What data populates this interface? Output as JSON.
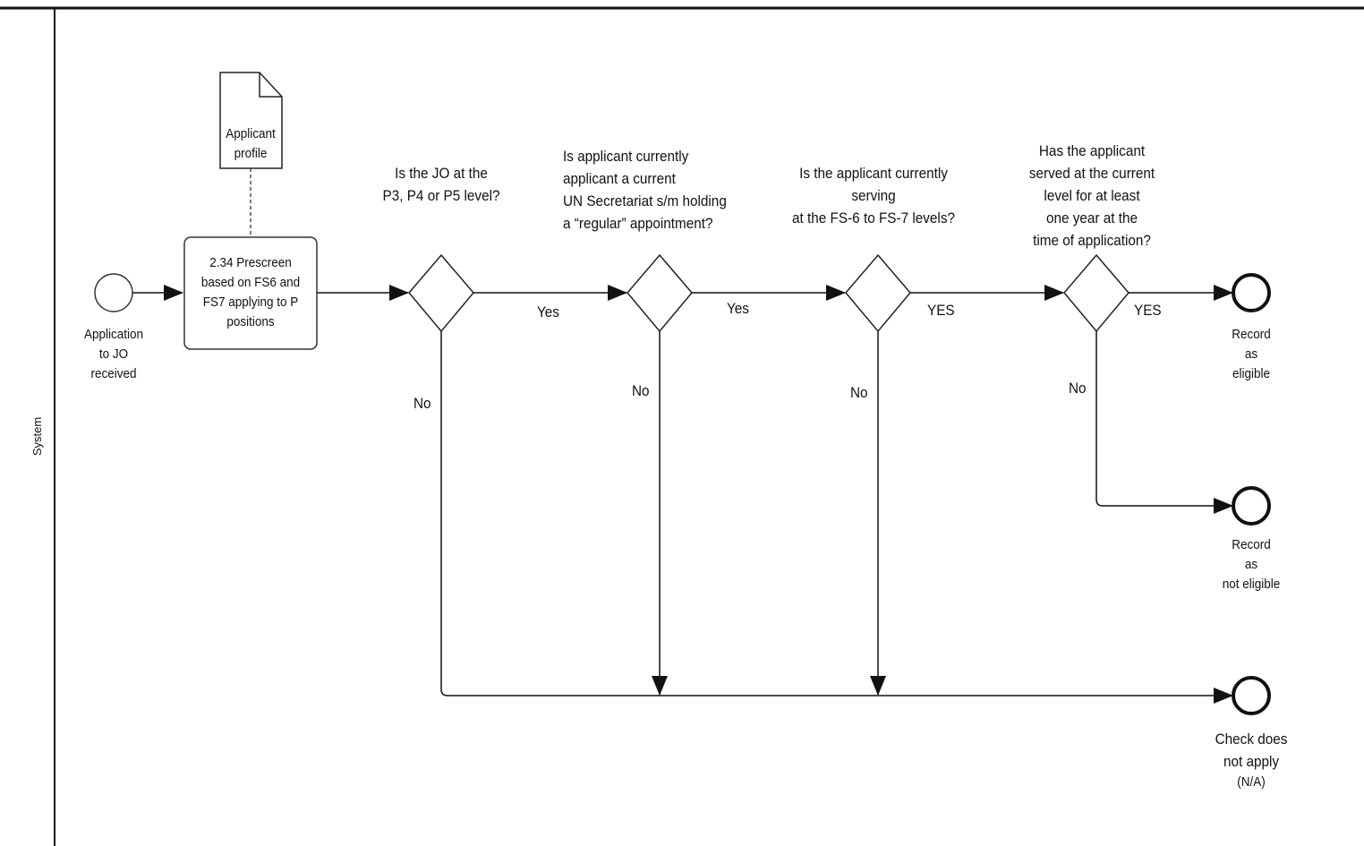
{
  "lane": {
    "label": "System"
  },
  "start_event": {
    "label": [
      "Application",
      "to JO",
      "received"
    ]
  },
  "data_object": {
    "label": [
      "Applicant",
      "profile"
    ]
  },
  "task": {
    "label": [
      "2.34 Prescreen",
      "based on FS6 and",
      "FS7 applying to P",
      "positions"
    ]
  },
  "gateways": [
    {
      "question": [
        "Is the JO at the",
        "P3, P4 or P5 level?"
      ],
      "yes_label": "Yes",
      "no_label": "No"
    },
    {
      "question": [
        "Is applicant currently",
        "applicant a current",
        "UN Secretariat s/m holding",
        "a “regular” appointment?"
      ],
      "yes_label": "Yes",
      "no_label": "No"
    },
    {
      "question": [
        "Is the applicant currently",
        "serving",
        "at the FS-6 to FS-7 levels?"
      ],
      "yes_label": "YES",
      "no_label": "No"
    },
    {
      "question": [
        "Has the applicant",
        "served at the current",
        "level for at least",
        "one year at the",
        "time of application?"
      ],
      "yes_label": "YES",
      "no_label": "No"
    }
  ],
  "end_events": [
    {
      "label": [
        "Record",
        "as",
        "eligible"
      ]
    },
    {
      "label": [
        "Record",
        "as",
        "not eligible"
      ]
    },
    {
      "label": [
        "Check does",
        "not apply",
        "(N/A)"
      ]
    }
  ]
}
